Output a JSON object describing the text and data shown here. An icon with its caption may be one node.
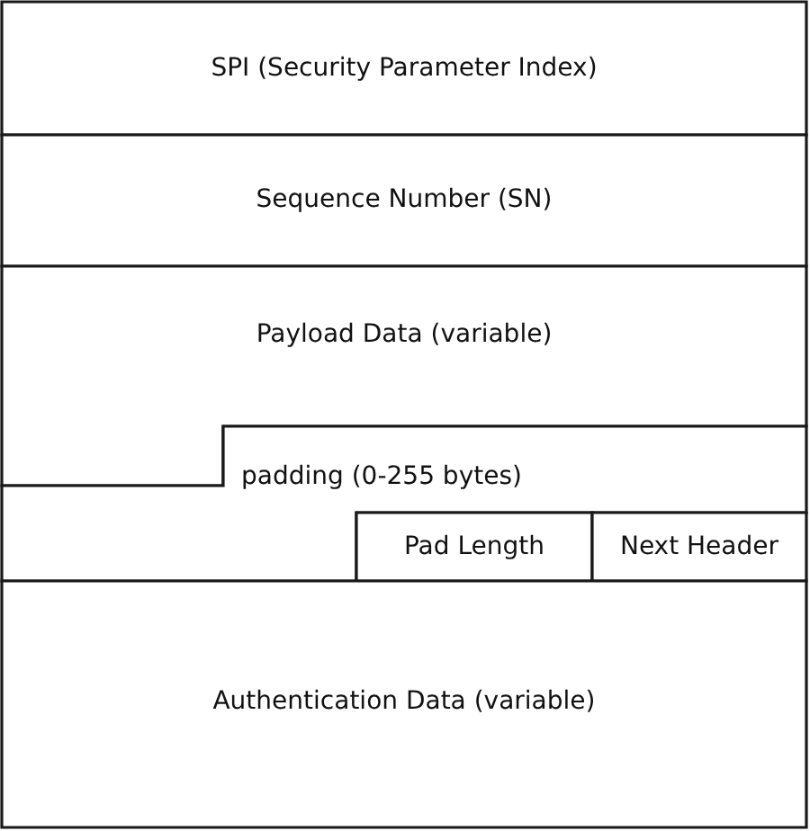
{
  "diagram": {
    "nodes": [
      {
        "text": [
          "SPI (Security Parameter Index)"
        ]
      },
      {
        "text": [
          "Sequence Number (SN)"
        ]
      },
      {
        "text": [
          "Payload Data (variable)"
        ]
      },
      {
        "text": [
          "padding (0-255 bytes)"
        ]
      },
      {
        "text": [
          "Pad Length"
        ]
      },
      {
        "text": [
          "Next Header"
        ]
      },
      {
        "text": [
          "Authentication Data (variable)"
        ]
      }
    ]
  }
}
